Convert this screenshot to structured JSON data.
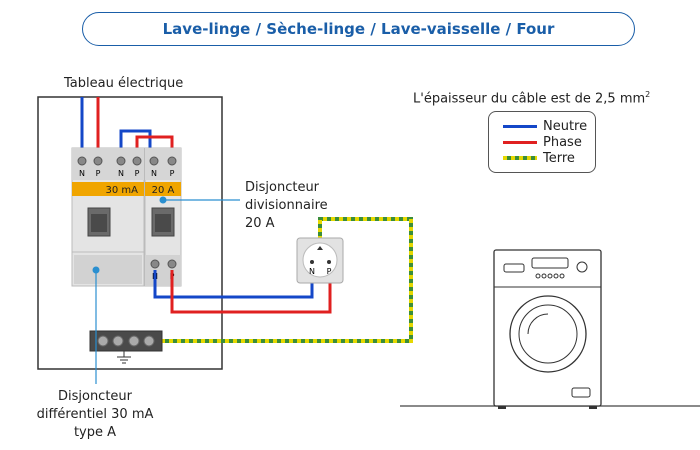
{
  "title": "Lave-linge / Sèche-linge / Lave-vaisselle / Four",
  "panel_label": "Tableau électrique",
  "cable_note": "L'épaisseur du câble est de 2,5 mm",
  "cable_note_sup": "2",
  "legend": {
    "neutral": {
      "label": "Neutre",
      "color": "#1447c8"
    },
    "phase": {
      "label": "Phase",
      "color": "#e02020"
    },
    "earth": {
      "label": "Terre",
      "colors": [
        "#e6d800",
        "#3a8d3a"
      ]
    }
  },
  "breaker_diff": {
    "rating": "30 mA",
    "terminals": [
      "N",
      "P",
      "N",
      "P"
    ]
  },
  "breaker_div": {
    "rating": "20 A",
    "terminals": [
      "N",
      "P"
    ],
    "bottom_terminals": [
      "N",
      "P"
    ]
  },
  "outlet": {
    "terminals": [
      "N",
      "P"
    ]
  },
  "callout_div": [
    "Disjoncteur",
    "divisionnaire",
    "20 A"
  ],
  "callout_diff": [
    "Disjoncteur",
    "différentiel 30 mA",
    "type A"
  ],
  "colors": {
    "title": "#1a5ea8",
    "rating_band": "#f0a500",
    "callout_dot": "#2a8fd0"
  }
}
